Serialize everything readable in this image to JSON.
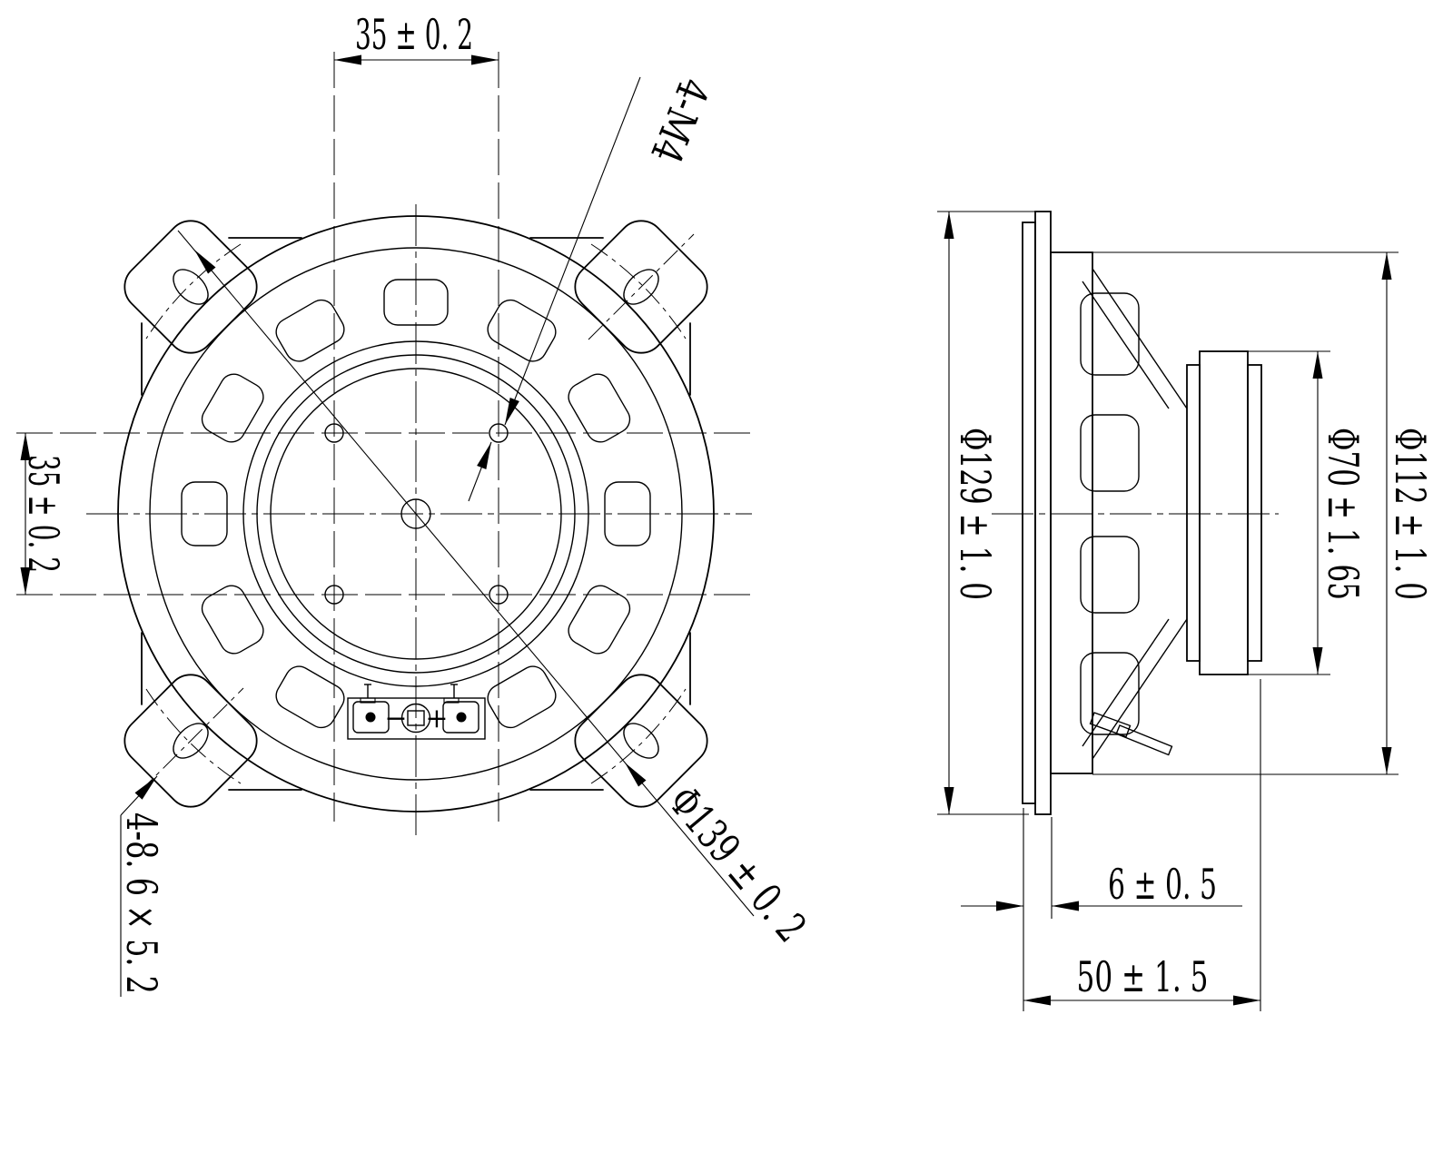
{
  "drawing": {
    "background": "#ffffff",
    "line_color": "#000000",
    "front_view": {
      "dims": {
        "hole_spacing_h": "35 ± 0. 2",
        "hole_spacing_v": "35 ± 0. 2",
        "mounting_holes": "4-M4",
        "bolt_circle": "Φ139 ± 0. 2",
        "ear_slots": "4-8. 6 × 5. 2"
      },
      "terminal": {
        "minus": "−",
        "plus": "+"
      }
    },
    "side_view": {
      "dims": {
        "frame_od": "Φ129 ± 1. 0",
        "basket_od": "Φ112 ± 1. 0",
        "magnet_od": "Φ70 ± 1. 65",
        "front_thickness": "6 ± 0. 5",
        "total_depth": "50 ± 1. 5"
      }
    }
  }
}
